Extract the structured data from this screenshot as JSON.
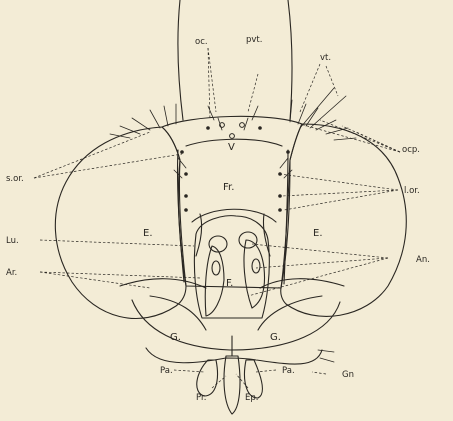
{
  "figure": {
    "background": "#f3ecd6",
    "ink": "#2a2722",
    "labels": {
      "oc": "oc.",
      "pvt": "pvt.",
      "vt": "vt.",
      "ocp": "ocp.",
      "sor": "s.or.",
      "V": "V",
      "Fr": "Fr.",
      "lor": "l.or.",
      "E_left": "E.",
      "E_right": "E.",
      "Lu": "Lu.",
      "Ar": "Ar.",
      "F": "F.",
      "An": "An.",
      "G_left": "G.",
      "G_right": "G.",
      "Gn": "Gn",
      "Pa_left": "Pa.",
      "Pa_right": "Pa.",
      "Pr": "Pr.",
      "Ep": "Ep."
    }
  }
}
